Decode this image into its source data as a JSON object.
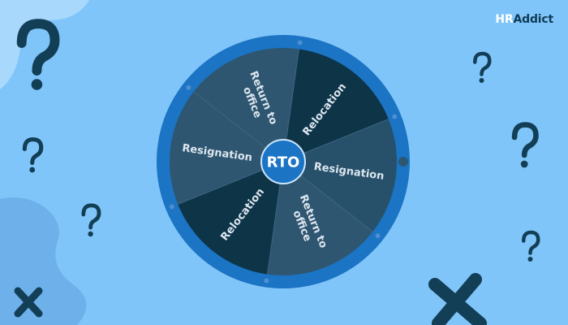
{
  "brand": {
    "part1": "HR",
    "part2": "Addict"
  },
  "wheel": {
    "center_label": "RTO",
    "segments": [
      {
        "label_lines": [
          "Resignation"
        ]
      },
      {
        "label_lines": [
          "Relocation"
        ]
      },
      {
        "label_lines": [
          "Return to",
          "office"
        ]
      },
      {
        "label_lines": [
          "Resignation"
        ]
      },
      {
        "label_lines": [
          "Relocation"
        ]
      },
      {
        "label_lines": [
          "Return to",
          "office"
        ]
      }
    ]
  },
  "colors": {
    "background": "#80c5f9",
    "rim": "#1b74c4",
    "segment_light": "#2f5670",
    "segment_dark": "#0e3448",
    "hub": "#1b74c4",
    "doodle": "#123e56"
  },
  "decorations": {
    "question_marks": 6,
    "crosses": 2
  }
}
